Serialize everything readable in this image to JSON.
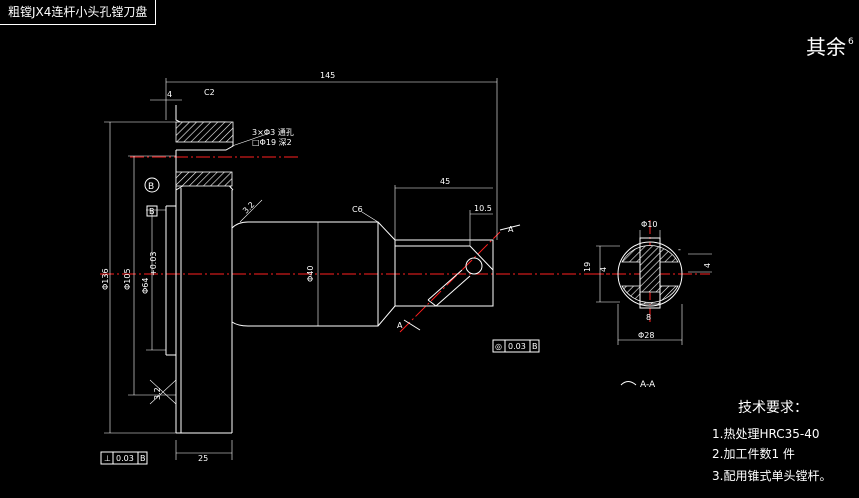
{
  "title": "粗镗JX4连杆小头孔镗刀盘",
  "corner_note": "其余",
  "corner_symbol": "6",
  "dimensions": {
    "overall_length": "145",
    "flange_thickness": "4",
    "chamfer_top": "C2",
    "holes": "3×Φ3 通孔",
    "holes_cb": "□Φ19 深2",
    "dia_outer": "Φ136",
    "dia_105": "Φ105",
    "dia_64": "Φ64",
    "dia_64_tol": "+0.03",
    "dia_40": "Φ40",
    "chamfer_shaft": "C6",
    "len_45": "45",
    "len_10_5": "10.5",
    "bottom_25": "25",
    "ra_32": "3.2",
    "ra_small": "3.2",
    "datum_b": "B",
    "datum_ref": "B",
    "section_dia_10": "Φ10",
    "section_19": "19",
    "section_4": "4",
    "section_4b": "4",
    "section_dia_28": "Φ28",
    "section_8": "8",
    "dash_marks": "-",
    "section_label": "A-A",
    "arrow_a": "A",
    "arrow_a2": "A",
    "perp_tol_symbol": "⊥",
    "perp_tol_value": "0.03",
    "perp_tol_datum": "B",
    "circ_tol_symbol": "◎",
    "circ_tol_value": "0.03",
    "circ_tol_datum": "B"
  },
  "requirements": {
    "heading": "技术要求：",
    "items": [
      "1.热处理HRC35-40",
      "2.加工件数1 件",
      "3.配用锥式单头镗杆。"
    ]
  }
}
